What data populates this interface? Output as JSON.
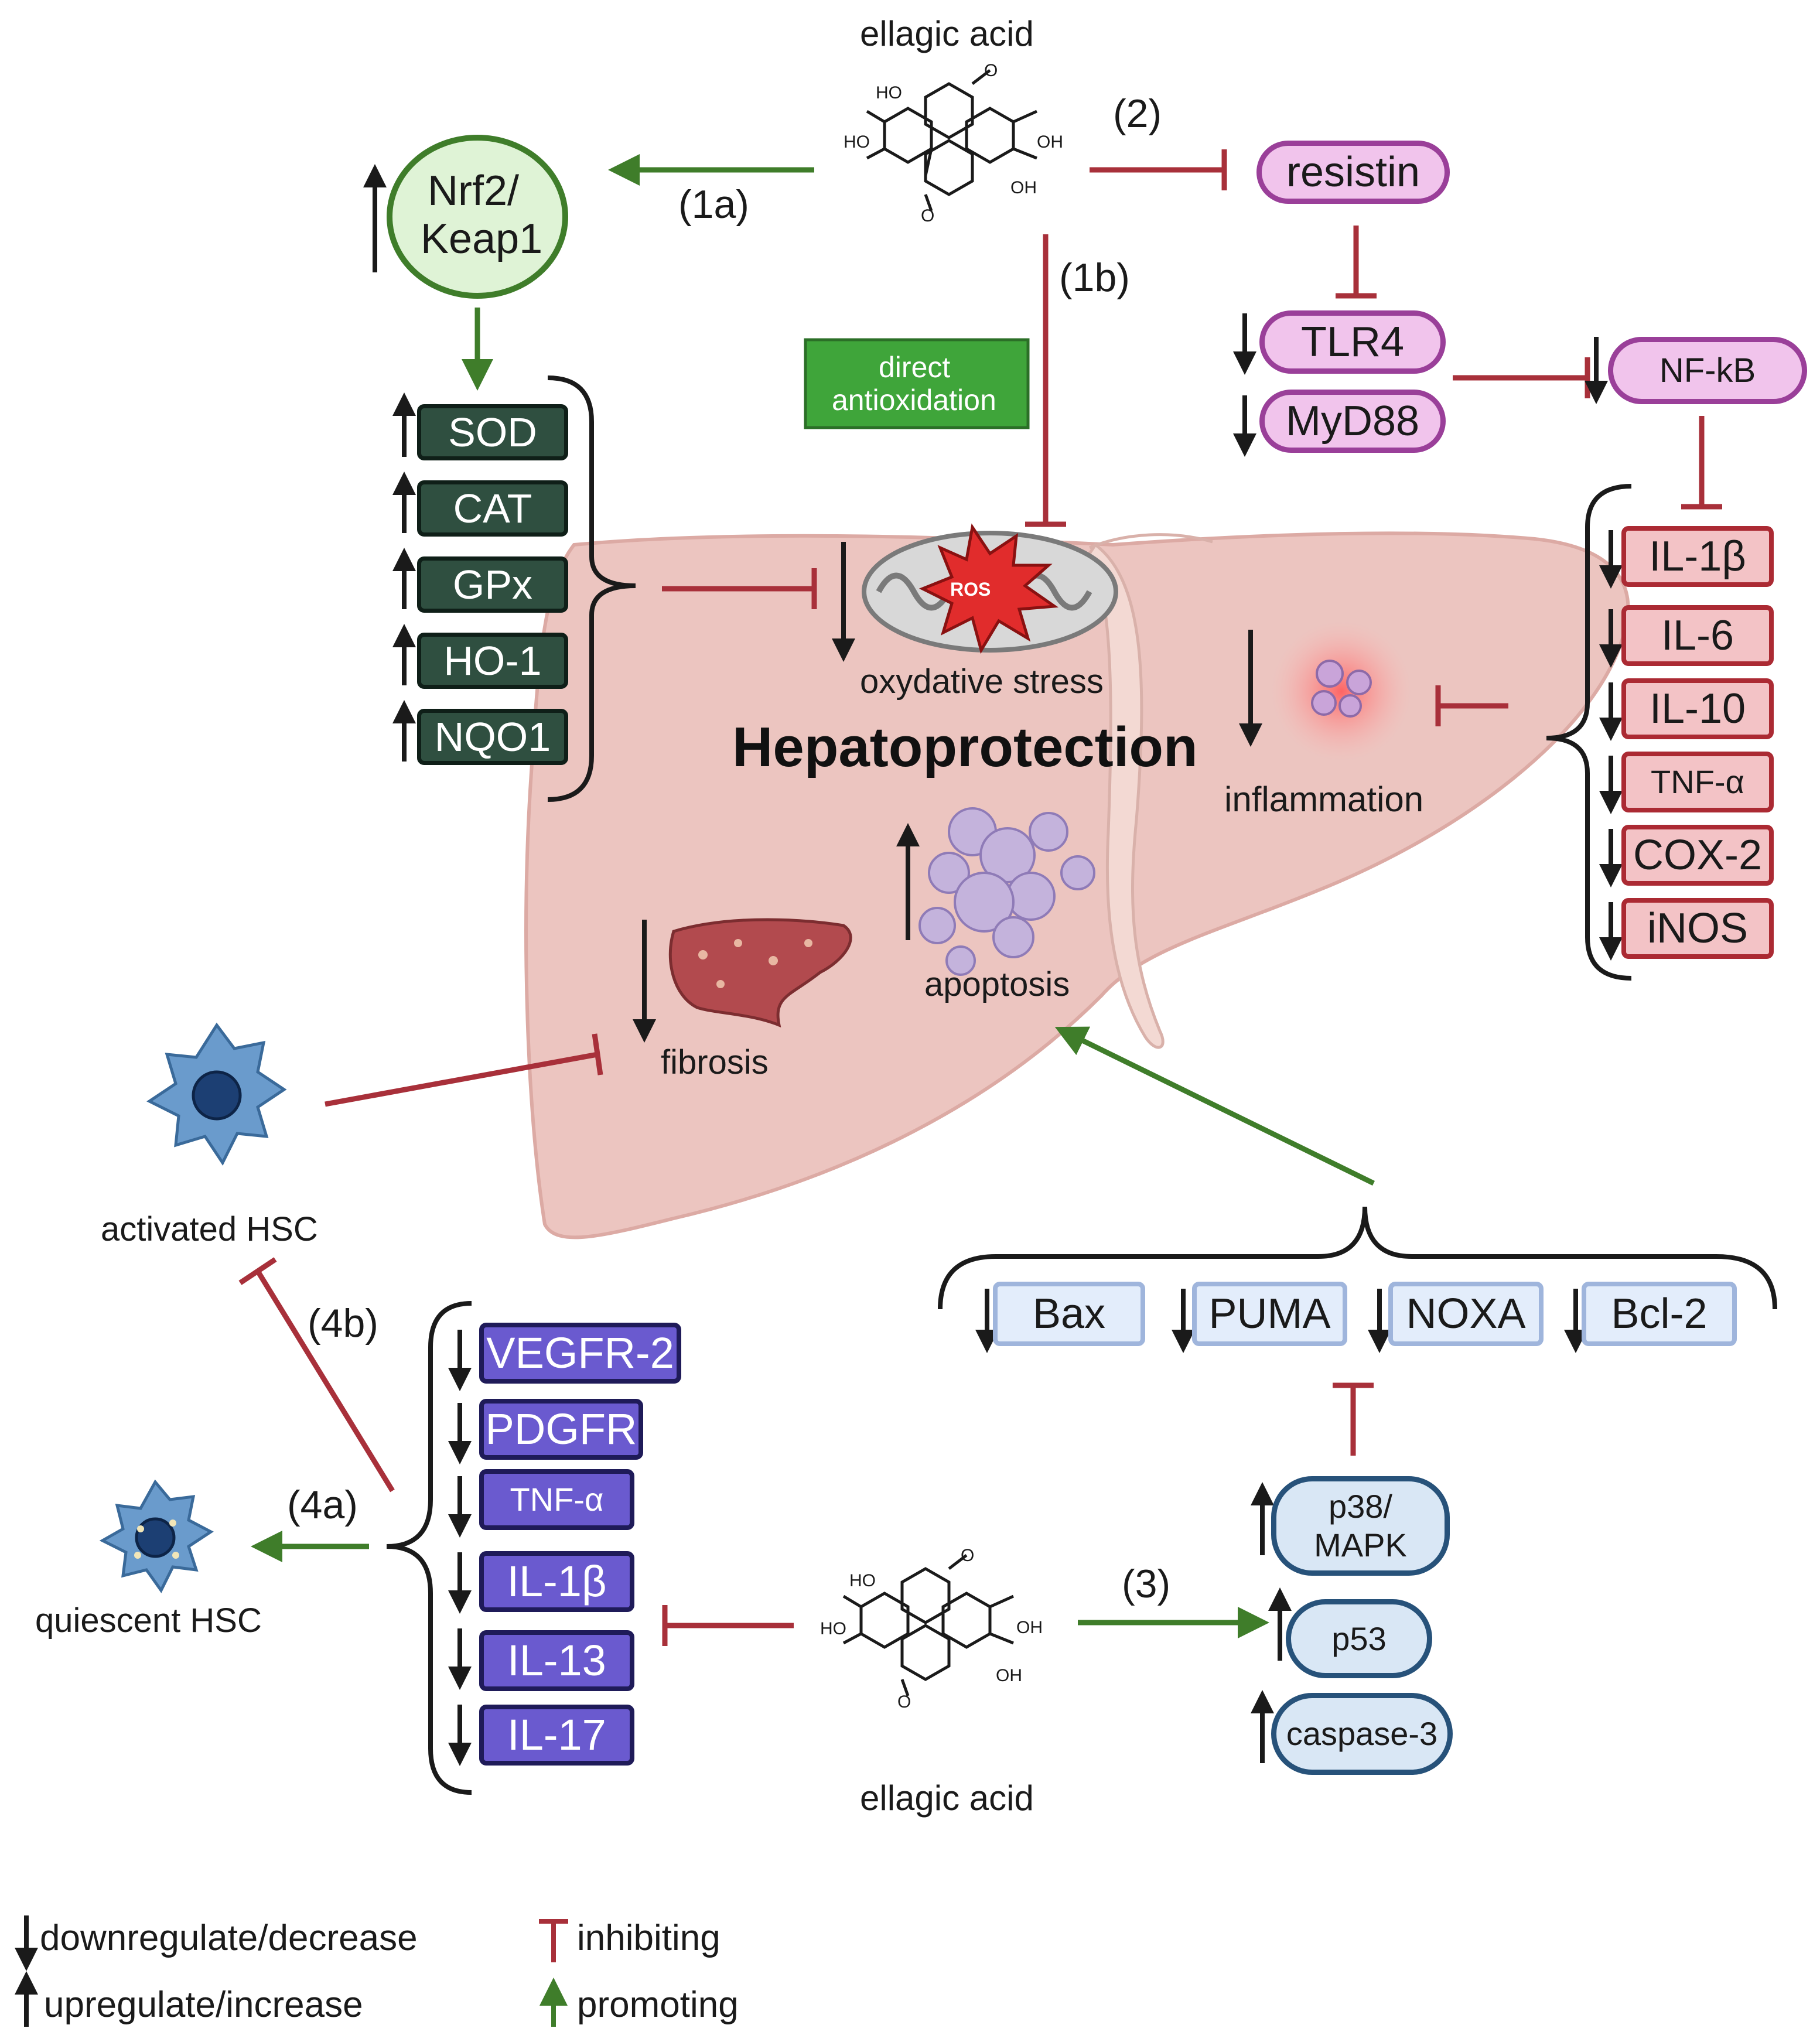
{
  "title": "Hepatoprotection",
  "compound_top": "ellagic acid",
  "compound_bottom": "ellagic acid",
  "steps": {
    "s1a": "(1a)",
    "s1b": "(1b)",
    "s2": "(2)",
    "s3": "(3)",
    "s4a": "(4a)",
    "s4b": "(4b)"
  },
  "nrf2": {
    "line1": "Nrf2/",
    "line2": "Keap1"
  },
  "direct": {
    "line1": "direct",
    "line2": "antioxidation"
  },
  "antioxidant_enzymes": [
    "SOD",
    "CAT",
    "GPx",
    "HO-1",
    "NQO1"
  ],
  "resistin": "resistin",
  "tlr": [
    "TLR4",
    "MyD88"
  ],
  "nfkb": "NF-kB",
  "cytokines_right": [
    "IL-1β",
    "IL-6",
    "IL-10",
    "TNF-α",
    "COX-2",
    "iNOS"
  ],
  "effects": {
    "ros": "ROS",
    "oxidative": "oxydative stress",
    "inflammation": "inflammation",
    "apoptosis": "apoptosis",
    "fibrosis": "fibrosis"
  },
  "hsc": {
    "activated": "activated HSC",
    "quiescent": "quiescent HSC"
  },
  "apoptosis_proteins": [
    "Bax",
    "PUMA",
    "NOXA",
    "Bcl-2"
  ],
  "kinases": [
    {
      "line1": "p38/",
      "line2": "MAPK"
    },
    {
      "line1": "p53",
      "line2": ""
    },
    {
      "line1": "caspase-3",
      "line2": ""
    }
  ],
  "hsc_factors": [
    "VEGFR-2",
    "PDGFR",
    "TNF-α",
    "IL-1β",
    "IL-13",
    "IL-17"
  ],
  "legend": {
    "down": "downregulate/decrease",
    "up": "upregulate/increase",
    "inhibit": "inhibiting",
    "promote": "promoting"
  },
  "colors": {
    "inhibit": "#a8303a",
    "promote": "#3f7d2a",
    "liver": "#ecc5c0",
    "nrf2_fill": "#dff3d6",
    "direct_fill": "#3fa53a"
  }
}
